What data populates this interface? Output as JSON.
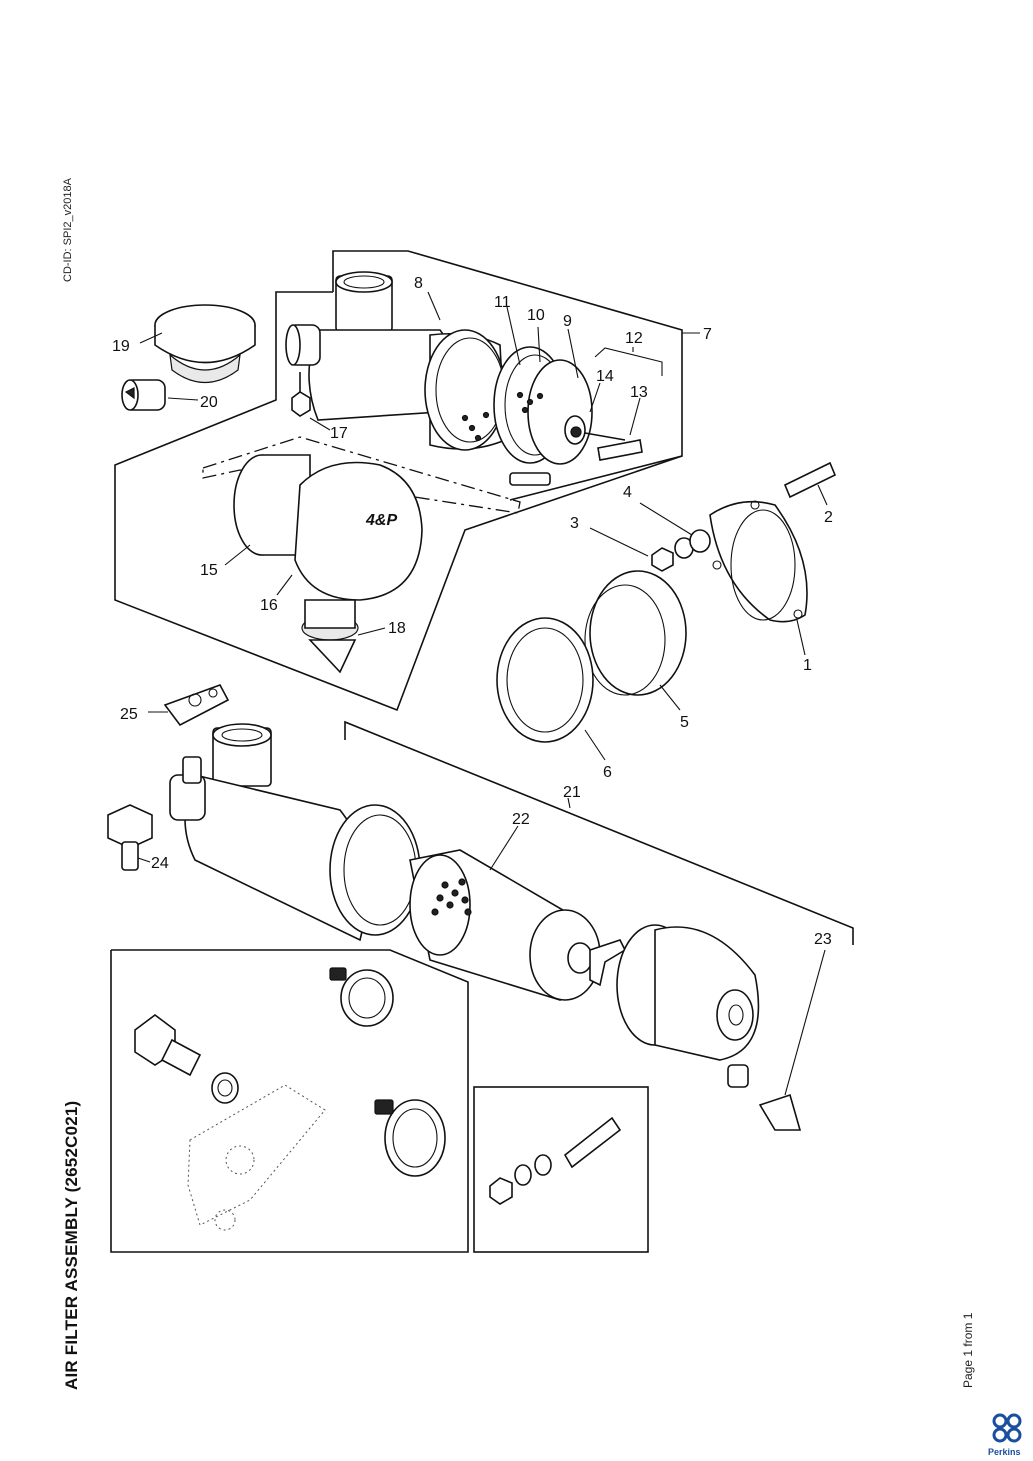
{
  "document": {
    "title": "AIR FILTER ASSEMBLY (2652C021)",
    "cd_id": "CD-ID: SPI2_v2018A",
    "page_info": "Page 1 from 1",
    "brand": "Perkins"
  },
  "callouts": [
    "1",
    "2",
    "3",
    "4",
    "5",
    "6",
    "7",
    "8",
    "9",
    "10",
    "11",
    "12",
    "13",
    "14",
    "15",
    "16",
    "17",
    "18",
    "19",
    "20",
    "21",
    "22",
    "23",
    "24",
    "25"
  ],
  "diagram_label": "4&P"
}
